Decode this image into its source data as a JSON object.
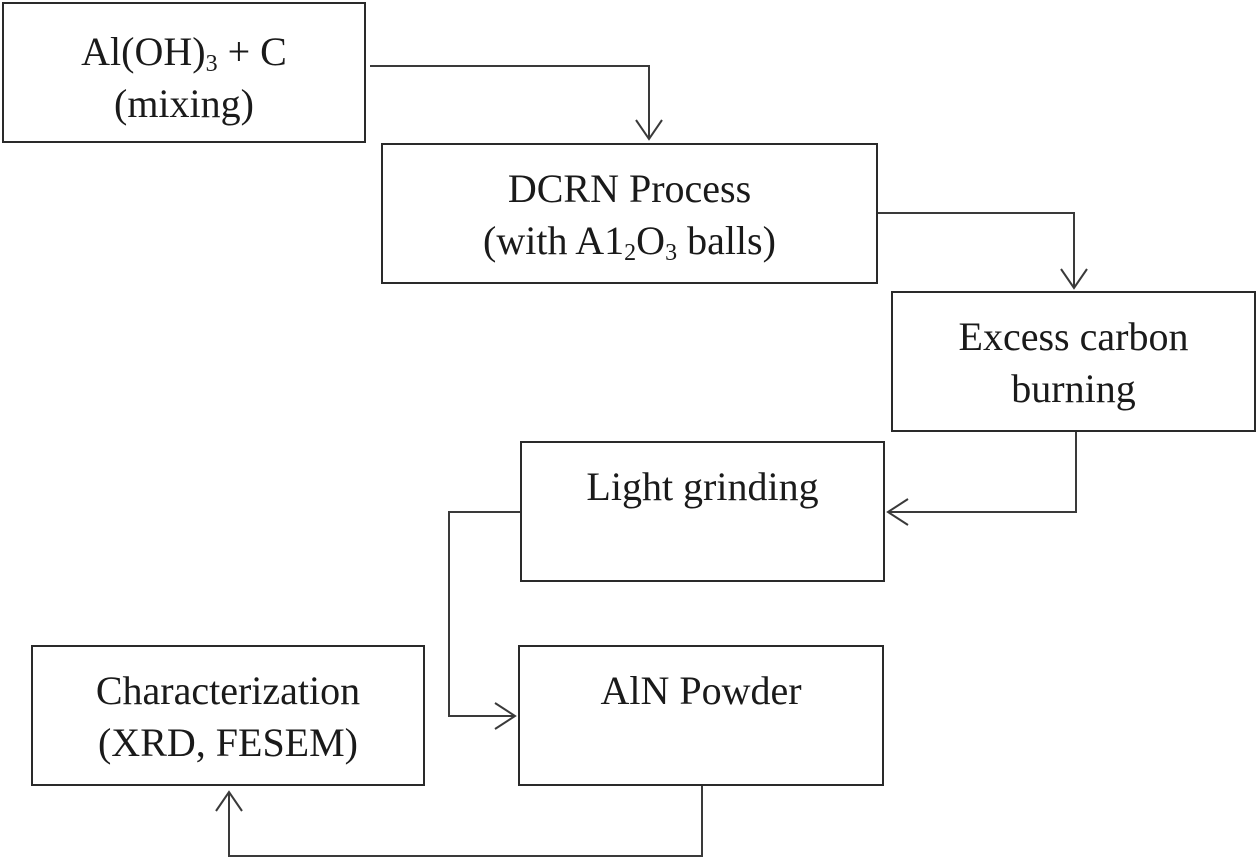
{
  "nodes": {
    "mixing": {
      "line1_a": "Al(OH)",
      "line1_sub": "3",
      "line1_b": " + C",
      "line2": "(mixing)"
    },
    "dcrn": {
      "line1": "DCRN Process",
      "line2_a": "(with A1",
      "line2_sub1": "2",
      "line2_b": "O",
      "line2_sub2": "3",
      "line2_c": " balls)"
    },
    "burning": {
      "line1": "Excess carbon",
      "line2": "burning"
    },
    "grinding": {
      "line1": "Light grinding"
    },
    "powder": {
      "line1": "AlN Powder"
    },
    "characterization": {
      "line1": "Characterization",
      "line2": "(XRD, FESEM)"
    }
  },
  "edges": [
    {
      "from": "mixing",
      "to": "dcrn"
    },
    {
      "from": "dcrn",
      "to": "burning"
    },
    {
      "from": "burning",
      "to": "grinding"
    },
    {
      "from": "grinding",
      "to": "powder"
    },
    {
      "from": "powder",
      "to": "characterization"
    }
  ]
}
